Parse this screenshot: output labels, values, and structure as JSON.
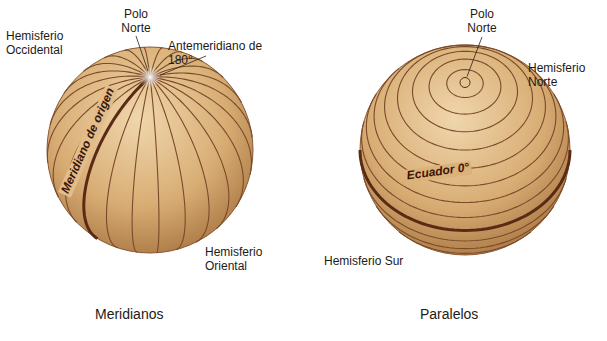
{
  "diagram": {
    "labels": [
      "Hemisferio Occidental",
      "Polo Norte",
      "Antemeridiano de 180°",
      "Meridiano de origen",
      "Hemisferio Oriental",
      "Meridianos",
      "Polo Norte",
      "Hemisferio Norte",
      "Ecuador 0°",
      "Hemisferio Sur",
      "Paralelos"
    ]
  }
}
